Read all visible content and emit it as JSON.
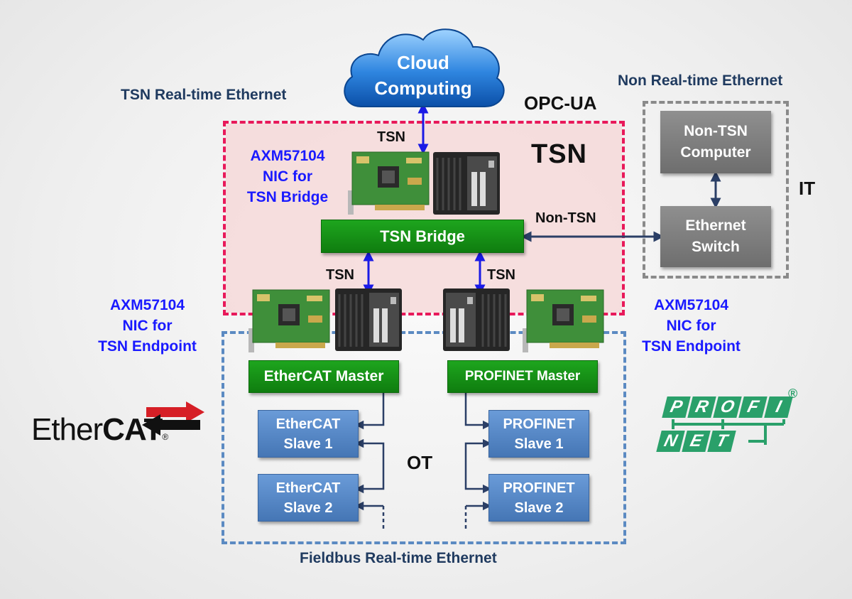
{
  "cloud": {
    "line1": "Cloud",
    "line2": "Computing"
  },
  "labels": {
    "tsn_realtime": "TSN Real-time Ethernet",
    "non_realtime": "Non Real-time Ethernet",
    "opcua": "OPC-UA",
    "tsn_big": "TSN",
    "it": "IT",
    "ot": "OT",
    "fieldbus": "Fieldbus Real-time Ethernet",
    "tsn_link_top": "TSN",
    "tsn_link_left": "TSN",
    "tsn_link_right": "TSN",
    "non_tsn_link": "Non-TSN"
  },
  "nic_bridge": {
    "line1": "AXM57104",
    "line2": "NIC for",
    "line3": "TSN Bridge"
  },
  "nic_endpoint_left": {
    "line1": "AXM57104",
    "line2": "NIC for",
    "line3": "TSN Endpoint"
  },
  "nic_endpoint_right": {
    "line1": "AXM57104",
    "line2": "NIC for",
    "line3": "TSN Endpoint"
  },
  "boxes": {
    "tsn_bridge": "TSN Bridge",
    "ethercat_master": "EtherCAT Master",
    "profinet_master": "PROFINET Master",
    "ethercat_slave1": {
      "line1": "EtherCAT",
      "line2": "Slave 1"
    },
    "ethercat_slave2": {
      "line1": "EtherCAT",
      "line2": "Slave 2"
    },
    "profinet_slave1": {
      "line1": "PROFINET",
      "line2": "Slave 1"
    },
    "profinet_slave2": {
      "line1": "PROFINET",
      "line2": "Slave 2"
    },
    "non_tsn_computer": {
      "line1": "Non-TSN",
      "line2": "Computer"
    },
    "ethernet_switch": {
      "line1": "Ethernet",
      "line2": "Switch"
    }
  },
  "logos": {
    "ethercat_a": "Ether",
    "ethercat_b": "CAT",
    "ethercat_reg": "®",
    "profinet_row1": [
      "P",
      "R",
      "O",
      "F",
      "I"
    ],
    "profinet_row2": [
      "N",
      "E",
      "T"
    ],
    "profinet_reg": "®"
  },
  "colors": {
    "tsn_zone_border": "#e8195a",
    "ot_zone_border": "#5b8ac2",
    "it_zone_border": "#8a8a8a",
    "green": "#1ea51e",
    "slave_blue": "#5588c8",
    "gray": "#7f7f7f",
    "label_blue": "#1a1aff",
    "label_navy": "#1f3a5f",
    "profinet_green": "#2aa06a"
  }
}
